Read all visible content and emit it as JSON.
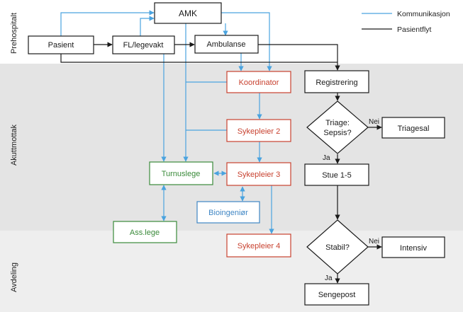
{
  "zones": {
    "prehospital": "Prehospitalt",
    "akuttmottak": "Akuttmottak",
    "avdeling": "Avdeling"
  },
  "legend": {
    "communication": "Kommunikasjon",
    "patient_flow": "Pasientflyt"
  },
  "colors": {
    "communication": "#4aa3df",
    "patient_flow": "#1a1a1a",
    "red_box": "#c8412f",
    "green_box": "#3a8a3a",
    "blue_box": "#3f86c4",
    "band_gray": "#e6e6e6"
  },
  "nodes": {
    "amk": "AMK",
    "pasient": "Pasient",
    "fl_legevakt": "FL/legevakt",
    "ambulanse": "Ambulanse",
    "koordinator": "Koordinator",
    "sykepleier2": "Sykepleier 2",
    "sykepleier3": "Sykepleier 3",
    "sykepleier4": "Sykepleier 4",
    "turnuslege": "Turnuslege",
    "bioingenior": "Bioingeniør",
    "ass_lege": "Ass.lege",
    "registrering": "Registrering",
    "triage_line1": "Triage:",
    "triage_line2": "Sepsis?",
    "triagesal": "Triagesal",
    "stue": "Stue 1-5",
    "stabil": "Stabil?",
    "intensiv": "Intensiv",
    "sengepost": "Sengepost"
  },
  "edge_labels": {
    "triage_no": "Nei",
    "triage_yes": "Ja",
    "stabil_no": "Nei",
    "stabil_yes": "Ja"
  }
}
